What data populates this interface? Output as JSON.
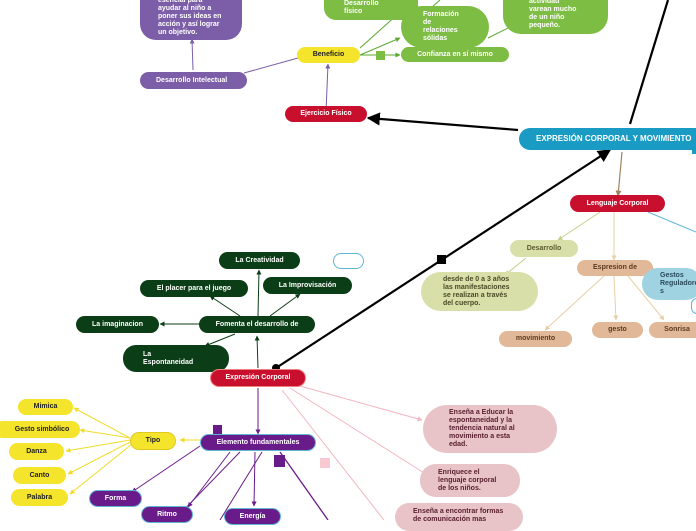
{
  "colors": {
    "main": "#1a9bc4",
    "red": "#c8102e",
    "green_light": "#7dbd43",
    "purple": "#7b5ea7",
    "yellow": "#f5e42c",
    "dark_green": "#0b3d16",
    "dark_purple": "#6a1b8a",
    "pink": "#e8c4c8",
    "tan": "#e2b998",
    "olive": "#d8dfa8",
    "light_blue": "#9fd3e2"
  },
  "nodes": {
    "main_title": "EXPRESIÓN CORPORAL Y MOVIMIENTO",
    "ejercicio_fisico": "Ejercicio Físico",
    "beneficio": "Beneficio",
    "desarrollo_fisico": "Desarrollo\nfísico",
    "formacion_relaciones": "Formación\nde\nrelaciones\nsólidas",
    "confianza": "Confianza en sí mismo",
    "actividad": "actividad\nvarean mucho\nde un niño\npequeño.",
    "desarrollo_intelectual": "Desarrollo Intelectual",
    "esencial": "esencial para\nayudar al niño a\nponer sus ideas en\nacción y así lograr\nun objetivo.",
    "lenguaje_corporal": "Lenguaje Corporal",
    "desarrollo": "Desarrollo",
    "desde": "desde de 0 a 3 años\nlas manifestaciones\nse realizan  a través\ndel cuerpo.",
    "expresion_de": "Espresion de",
    "gestos_reguladores": "Gestos\nReguladore\ns",
    "movimiento": "movimiento",
    "gesto": "gesto",
    "sonrisa": "Sonrisa",
    "la_creatividad": "La Creatividad",
    "placer_juego": "El placer para el juego",
    "improvisacion": "La Improvisación",
    "imaginacion": "La imaginacion",
    "fomenta": "Fomenta el desarrollo de",
    "espontaneidad": "La\nEspontaneidad",
    "expresion_corporal": "Expresión Corporal",
    "elemento_fundamentales": "Elemento fundamentales",
    "tipo": "Tipo",
    "mimica": "Mimica",
    "gesto_simbolico": "Gesto simbólico",
    "danza": "Danza",
    "canto": "Canto",
    "palabra": "Palabra",
    "forma": "Forma",
    "ritmo": "Ritmo",
    "energia": "Energía",
    "ensena_educar": "Enseña a Educar la\nespontaneidad y la\ntendencia natural al\nmovimiento  a esta\nedad.",
    "enriquece": "Enriquece el\nlenguaje corporal\nde los niños.",
    "ensena_encontrar": "Enseña a encontrar formas\nde comunicación mas"
  }
}
